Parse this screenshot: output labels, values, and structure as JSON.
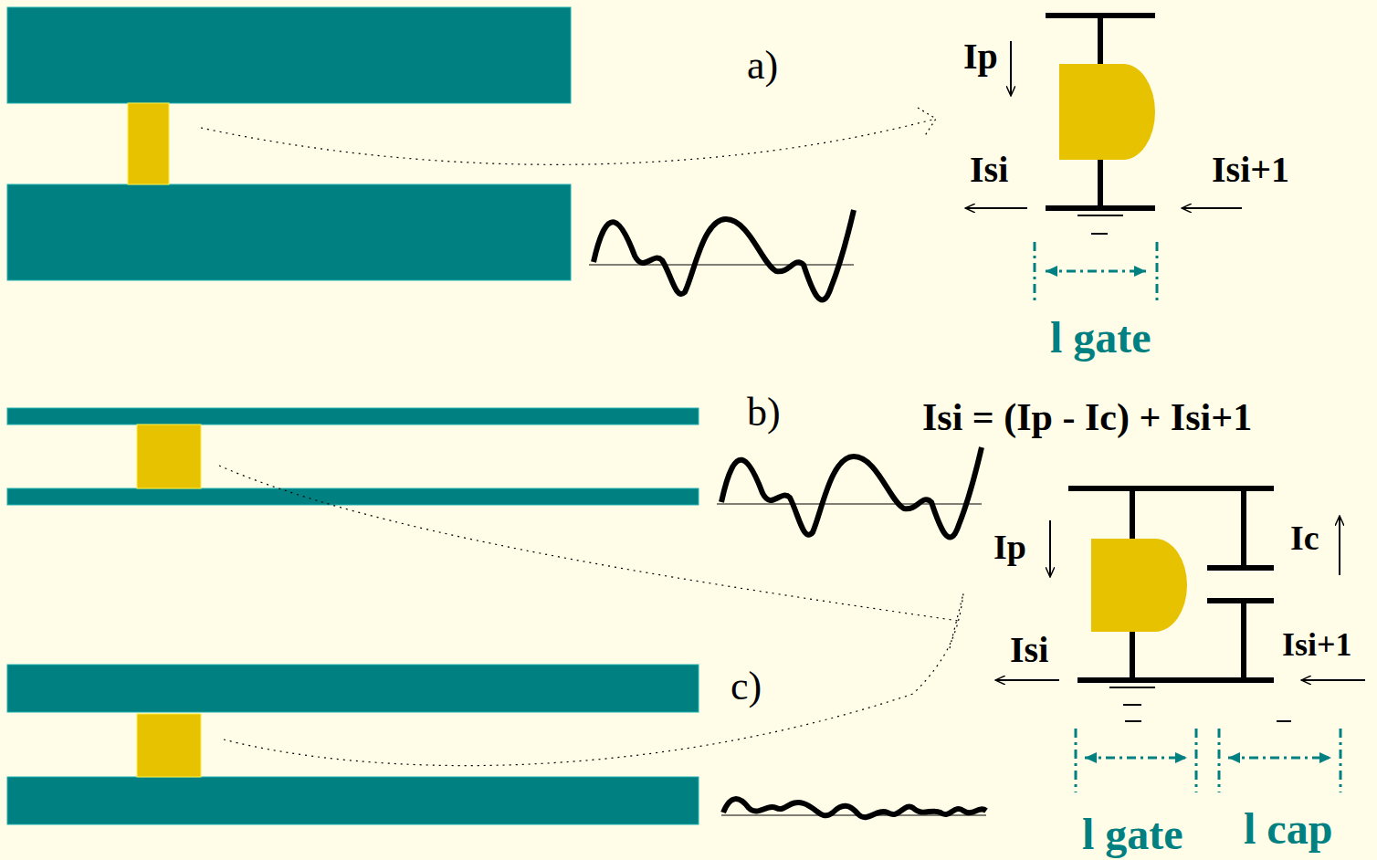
{
  "diagram": {
    "labels": [
      "a)",
      "Ip",
      "Isi",
      "Isi+1",
      "l gate",
      "b)",
      "Isi = (Ip - Ic) + Isi+1",
      "Ip",
      "Ic",
      "Isi",
      "Isi+1",
      "c)",
      "l gate",
      "l cap"
    ]
  }
}
